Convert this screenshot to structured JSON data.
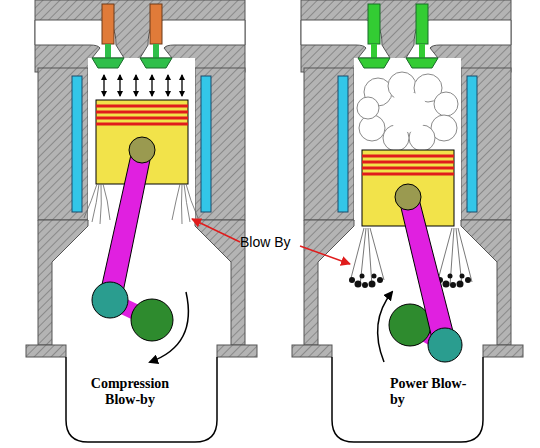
{
  "diagram": {
    "labels": [
      "Blow By",
      "Compression Blow-by",
      "Power Blow-by"
    ]
  }
}
